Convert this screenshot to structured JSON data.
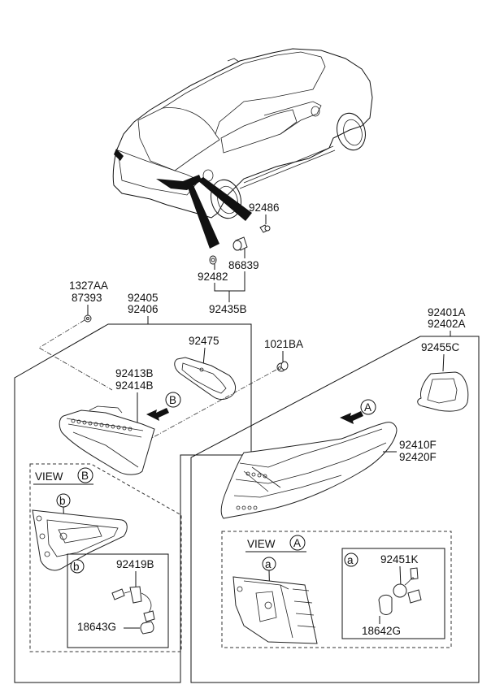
{
  "diagram": {
    "type": "exploded-parts-diagram",
    "subject": "Rear combination lamp assembly",
    "labels": {
      "p92486": "92486",
      "p86839": "86839",
      "p92482": "92482",
      "p92435B": "92435B",
      "p1327AA": "1327AA",
      "p87393": "87393",
      "p92405": "92405",
      "p92406": "92406",
      "p92475": "92475",
      "p1021BA": "1021BA",
      "p92401A": "92401A",
      "p92402A": "92402A",
      "p92455C": "92455C",
      "p92413B": "92413B",
      "p92414B": "92414B",
      "p92410F": "92410F",
      "p92420F": "92420F",
      "p92419B": "92419B",
      "p18643G": "18643G",
      "p92451K": "92451K",
      "p18642G": "18642G"
    },
    "views": {
      "view_word": "VIEW",
      "view_a": "A",
      "view_b": "B",
      "callout_a": "a",
      "callout_b": "b"
    }
  }
}
